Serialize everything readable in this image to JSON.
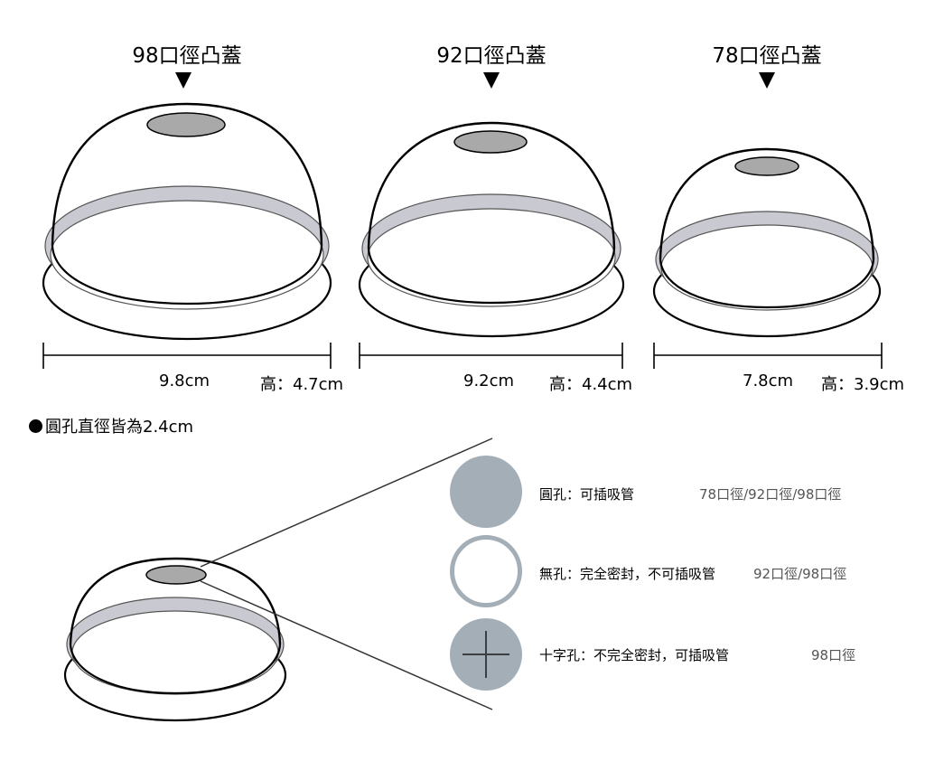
{
  "lids": [
    {
      "title": "98口徑凸蓋",
      "diameter": "9.8cm",
      "height": "高：4.7cm"
    },
    {
      "title": "92口徑凸蓋",
      "diameter": "9.2cm",
      "height": "高：4.4cm"
    },
    {
      "title": "78口徑凸蓋",
      "diameter": "7.8cm",
      "height": "高：3.9cm"
    }
  ],
  "note": "圓孔直徑皆為2.4cm",
  "hole_types": [
    {
      "desc": "圓孔：可插吸管",
      "fits": "78口徑/92口徑/98口徑",
      "icon": "round-hole-icon"
    },
    {
      "desc": "無孔：完全密封，不可插吸管",
      "fits": "92口徑/98口徑",
      "icon": "no-hole-icon"
    },
    {
      "desc": "十字孔：不完全密封，可插吸管",
      "fits": "98口徑",
      "icon": "cross-hole-icon"
    }
  ],
  "colors": {
    "band": "#c9c9d1",
    "hole": "#a3aeb7",
    "outline": "#000000"
  }
}
